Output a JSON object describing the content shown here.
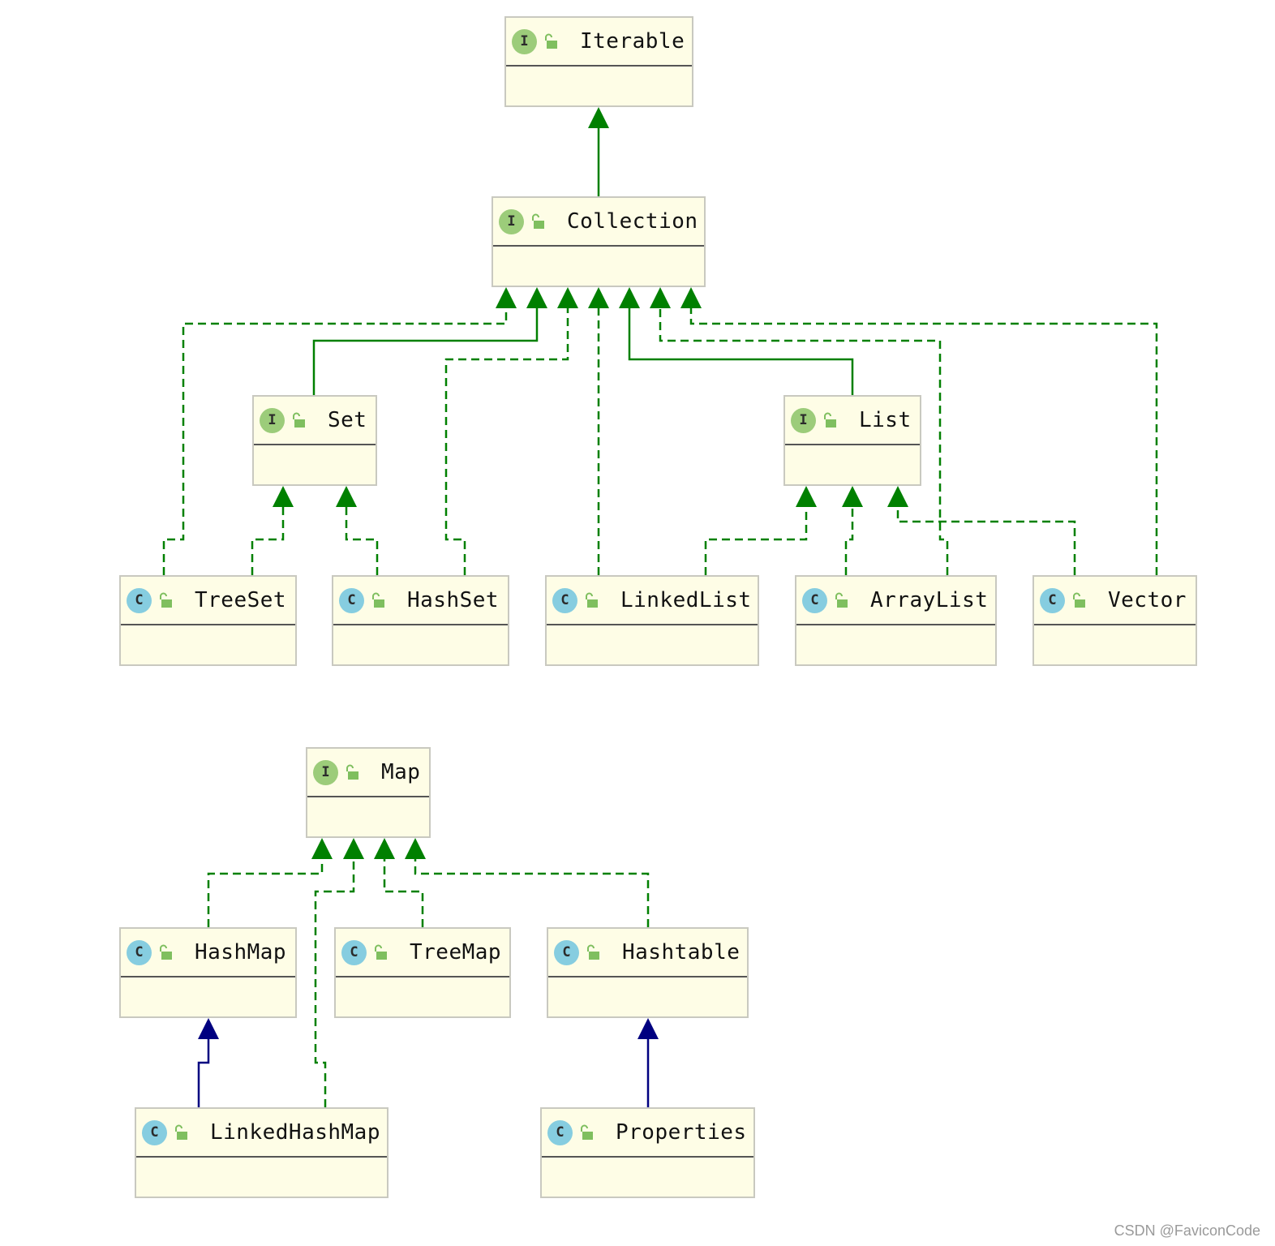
{
  "nodes": {
    "iterable": {
      "name": "Iterable",
      "kind": "interface",
      "badge": "I"
    },
    "collection": {
      "name": "Collection",
      "kind": "interface",
      "badge": "I"
    },
    "set": {
      "name": "Set",
      "kind": "interface",
      "badge": "I"
    },
    "list": {
      "name": "List",
      "kind": "interface",
      "badge": "I"
    },
    "treeset": {
      "name": "TreeSet",
      "kind": "class",
      "badge": "C"
    },
    "hashset": {
      "name": "HashSet",
      "kind": "class",
      "badge": "C"
    },
    "linkedlist": {
      "name": "LinkedList",
      "kind": "class",
      "badge": "C"
    },
    "arraylist": {
      "name": "ArrayList",
      "kind": "class",
      "badge": "C"
    },
    "vector": {
      "name": "Vector",
      "kind": "class",
      "badge": "C"
    },
    "map": {
      "name": "Map",
      "kind": "interface",
      "badge": "I"
    },
    "hashmap": {
      "name": "HashMap",
      "kind": "class",
      "badge": "C"
    },
    "treemap": {
      "name": "TreeMap",
      "kind": "class",
      "badge": "C"
    },
    "hashtable": {
      "name": "Hashtable",
      "kind": "class",
      "badge": "C"
    },
    "linkedhashmap": {
      "name": "LinkedHashMap",
      "kind": "class",
      "badge": "C"
    },
    "properties": {
      "name": "Properties",
      "kind": "class",
      "badge": "C"
    }
  },
  "edges": [
    {
      "from": "collection",
      "to": "iterable",
      "type": "extends-interface"
    },
    {
      "from": "set",
      "to": "collection",
      "type": "extends-interface"
    },
    {
      "from": "list",
      "to": "collection",
      "type": "extends-interface"
    },
    {
      "from": "treeset",
      "to": "collection",
      "type": "implements"
    },
    {
      "from": "hashset",
      "to": "collection",
      "type": "implements"
    },
    {
      "from": "linkedlist",
      "to": "collection",
      "type": "implements"
    },
    {
      "from": "arraylist",
      "to": "collection",
      "type": "implements"
    },
    {
      "from": "vector",
      "to": "collection",
      "type": "implements"
    },
    {
      "from": "treeset",
      "to": "set",
      "type": "implements"
    },
    {
      "from": "hashset",
      "to": "set",
      "type": "implements"
    },
    {
      "from": "linkedlist",
      "to": "list",
      "type": "implements"
    },
    {
      "from": "arraylist",
      "to": "list",
      "type": "implements"
    },
    {
      "from": "vector",
      "to": "list",
      "type": "implements"
    },
    {
      "from": "hashmap",
      "to": "map",
      "type": "implements"
    },
    {
      "from": "linkedhashmap",
      "to": "map",
      "type": "implements"
    },
    {
      "from": "treemap",
      "to": "map",
      "type": "implements"
    },
    {
      "from": "hashtable",
      "to": "map",
      "type": "implements"
    },
    {
      "from": "linkedhashmap",
      "to": "hashmap",
      "type": "extends-class"
    },
    {
      "from": "properties",
      "to": "hashtable",
      "type": "extends-class"
    }
  ],
  "colors": {
    "interface_edge": "#008000",
    "class_edge": "#000080",
    "node_fill": "#fefde6",
    "node_border": "#c9c9c0",
    "interface_badge": "#9ccc7a",
    "class_badge": "#86cde0"
  },
  "icons": {
    "visibility": "open-lock-icon"
  },
  "watermark": "CSDN @FaviconCode"
}
